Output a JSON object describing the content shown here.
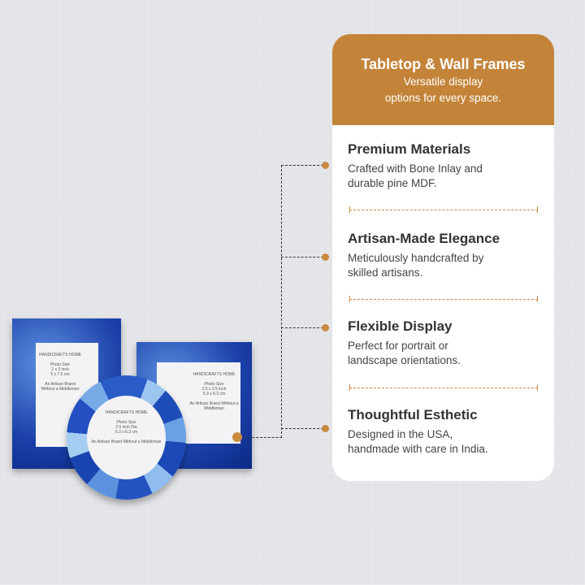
{
  "header": {
    "title": "Tabletop & Wall Frames",
    "subtitle_line1": "Versatile display",
    "subtitle_line2": "options for every space."
  },
  "features": [
    {
      "title": "Premium Materials",
      "line1": "Crafted with Bone Inlay and",
      "line2": "durable pine MDF."
    },
    {
      "title": "Artisan-Made Elegance",
      "line1": "Meticulously handcrafted by",
      "line2": "skilled artisans."
    },
    {
      "title": "Flexible Display",
      "line1": "Perfect for portrait or",
      "line2": "landscape orientations."
    },
    {
      "title": "Thoughtful Esthetic",
      "line1": "Designed in the USA,",
      "line2": "handmade with care in India."
    }
  ],
  "frames": {
    "brand": "HANDICRAFTS HOME",
    "portrait": {
      "size_label": "Photo Size",
      "size1": "2 x 3 inch",
      "size2": "5 x 7.5 cm",
      "tagline": "An Artisan Brand Without a Middleman"
    },
    "square": {
      "size_label": "Photo Size",
      "size1": "2.5 x 2.5 inch",
      "size2": "6.3 x 6.3 cm",
      "tagline": "An Artisan Brand Without a Middleman"
    },
    "round": {
      "size_label": "Photo Size",
      "size1": "2.5 inch Dia",
      "size2": "6.3 x 6.3 cm",
      "tagline": "An Artisan Brand Without a Middleman"
    }
  }
}
